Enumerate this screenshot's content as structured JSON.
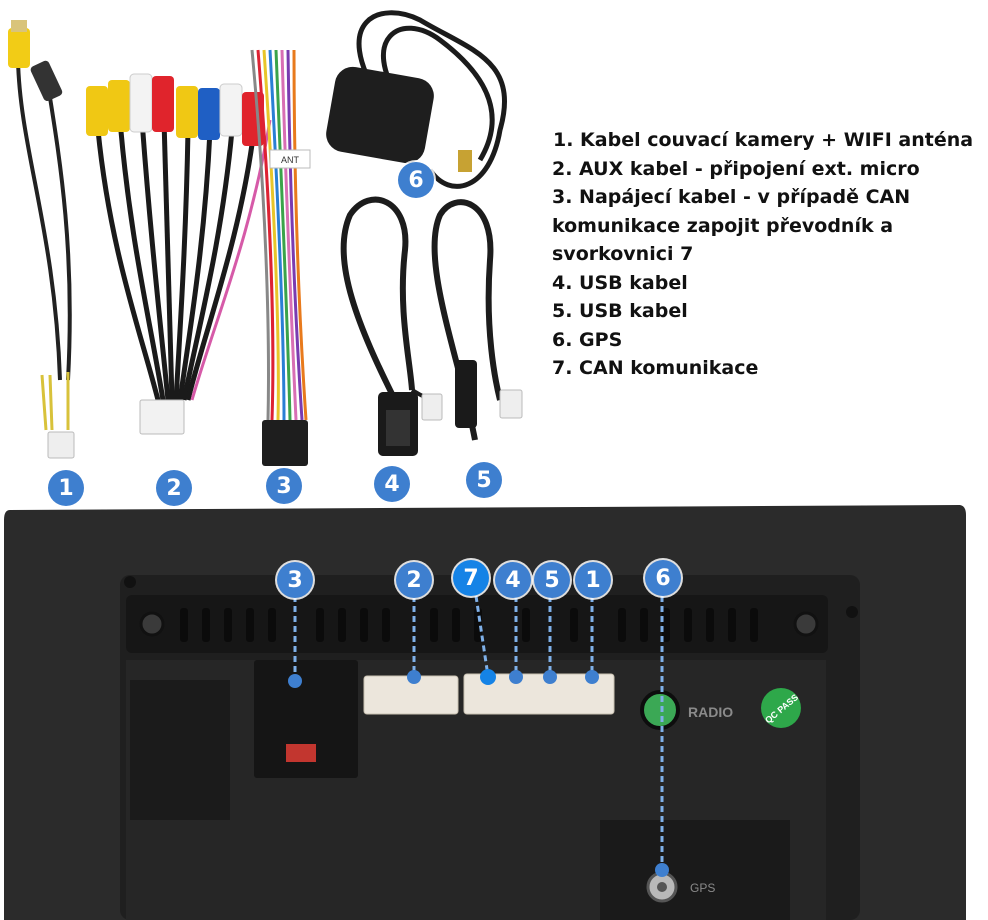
{
  "legend": [
    "1. Kabel couvací kamery + WIFI anténa",
    "2. AUX kabel - připojení ext. micro",
    "3. Napájecí kabel - v případě CAN",
    "komunikace zapojit převodník a",
    "svorkovnici 7",
    "4. USB kabel",
    "5. USB kabel",
    "6. GPS",
    "7. CAN komunikace"
  ],
  "badges": {
    "cable_1": "1",
    "cable_2": "2",
    "cable_3": "3",
    "cable_4": "4",
    "cable_5": "5",
    "cable_6": "6",
    "port_3": "3",
    "port_2": "2",
    "port_7": "7",
    "port_4": "4",
    "port_5": "5",
    "port_1": "1",
    "port_6": "6"
  },
  "unit_text": {
    "radio": "RADIO",
    "gps": "GPS",
    "qc_pass": "QC PASS",
    "antenna_tag": "ANT"
  },
  "colors": {
    "badge": "#3e7fcf",
    "badge_highlight": "#1583e6",
    "unit_body": "#2b2b2b",
    "qc_sticker": "#2ea84a"
  }
}
